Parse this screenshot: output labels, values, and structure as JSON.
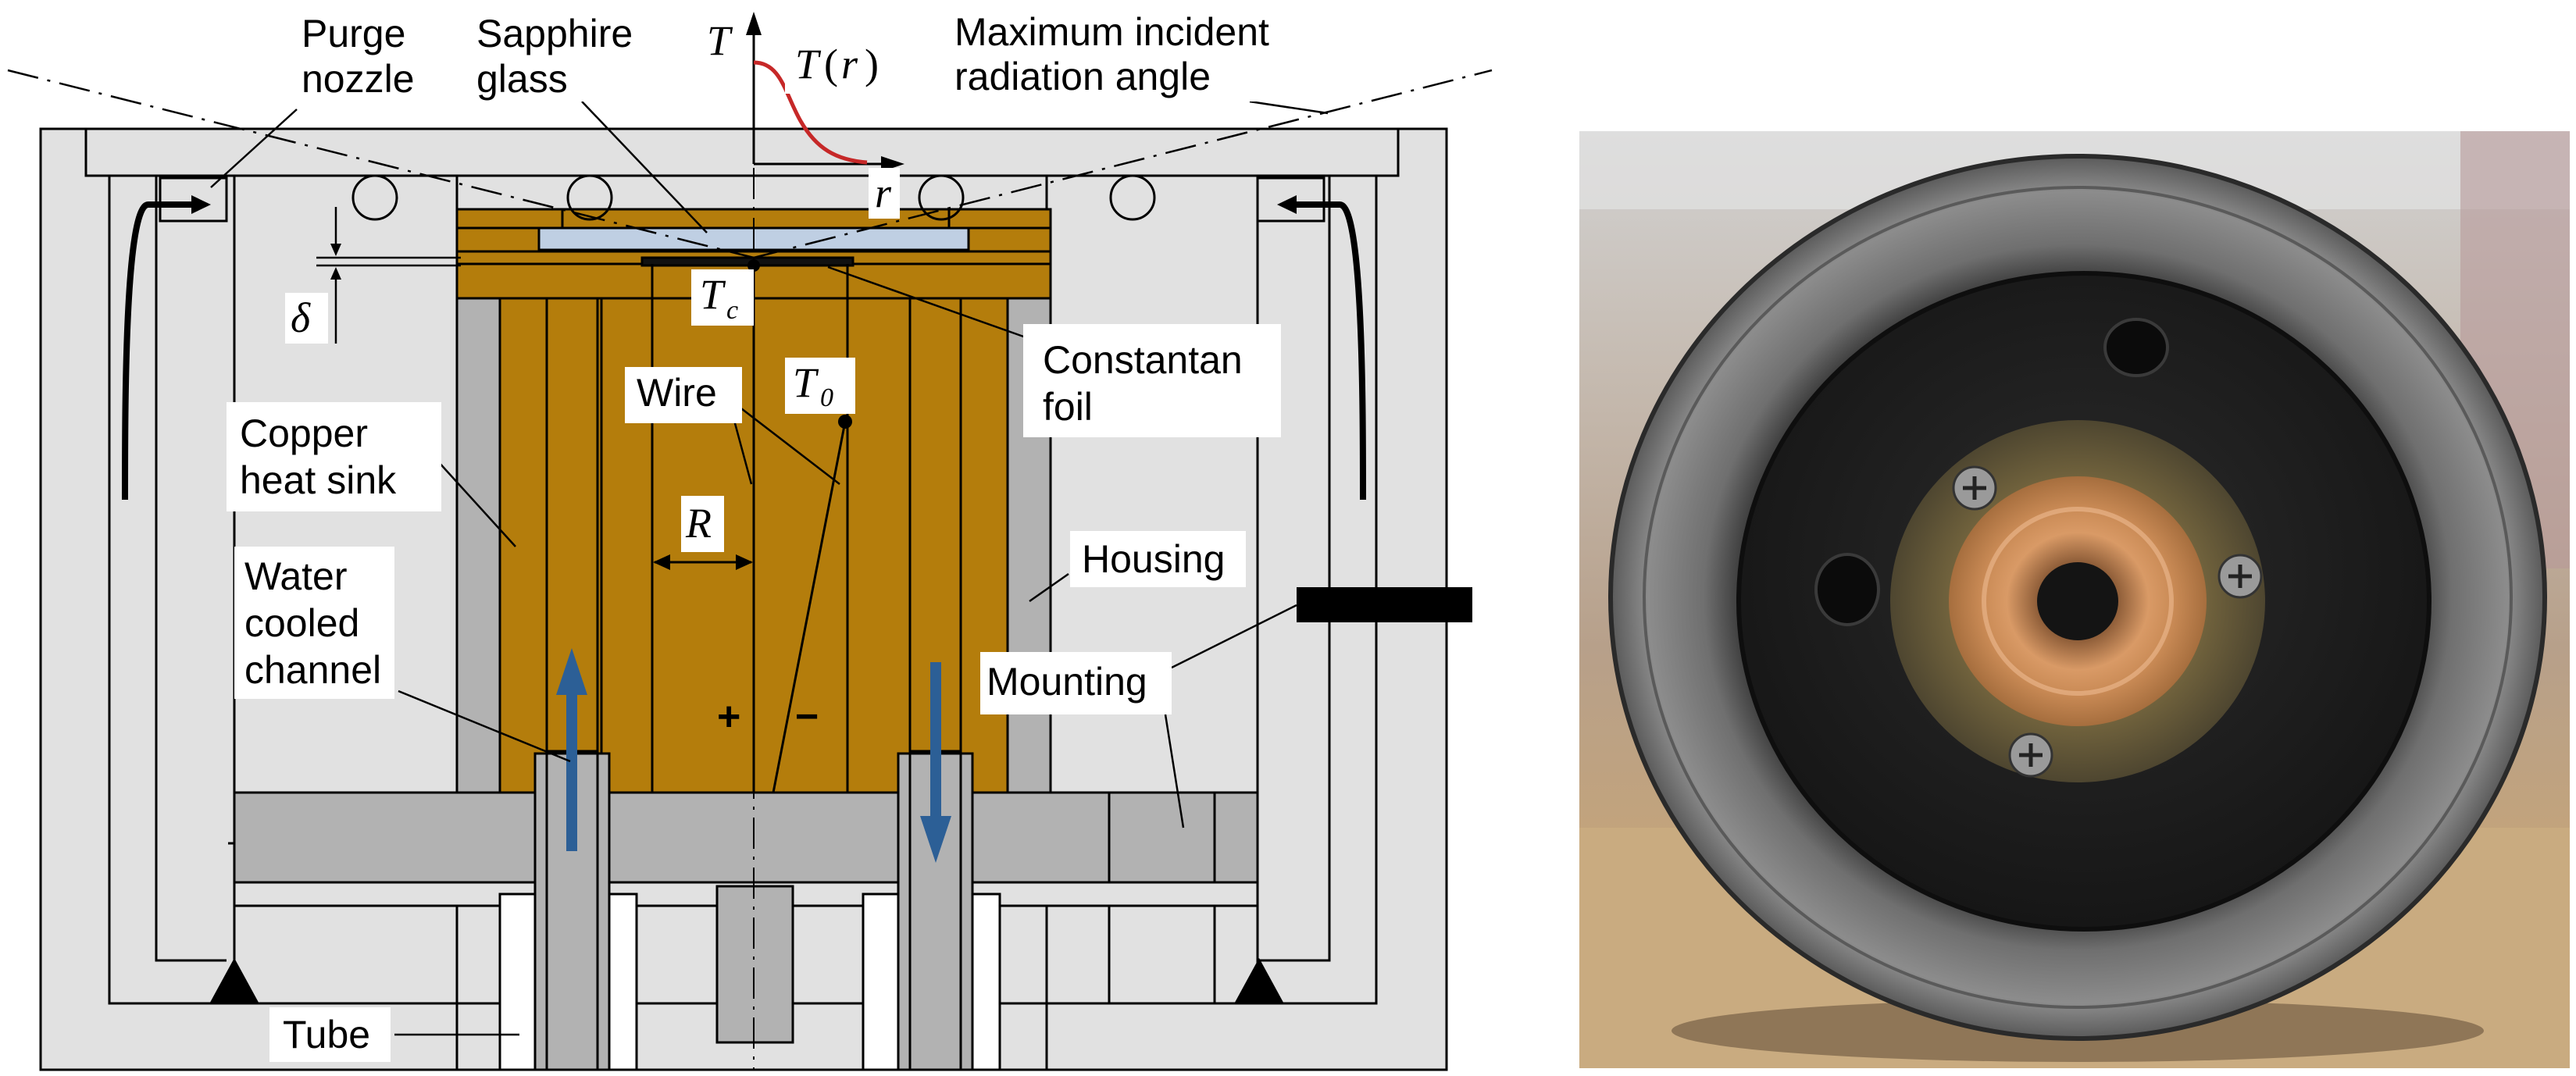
{
  "diagram": {
    "labels": {
      "purge_nozzle_1": "Purge",
      "purge_nozzle_2": "nozzle",
      "sapphire_glass_1": "Sapphire",
      "sapphire_glass_2": "glass",
      "max_angle_1": "Maximum incident",
      "max_angle_2": "radiation angle",
      "constantan_1": "Constantan",
      "constantan_2": "foil",
      "wire": "Wire",
      "copper_1": "Copper",
      "copper_2": "heat sink",
      "water_1": "Water",
      "water_2": "cooled",
      "water_3": "channel",
      "housing": "Housing",
      "mounting": "Mounting",
      "tube": "Tube"
    },
    "symbols": {
      "T_axis": "T",
      "T_of_r_T": "T",
      "T_of_r_open": "(",
      "T_of_r_r": "r",
      "T_of_r_close": ")",
      "r_axis": "r",
      "delta": "δ",
      "Tc_main": "T",
      "Tc_sub": "c",
      "T0_main": "T",
      "T0_sub": "0",
      "R": "R",
      "plus": "+",
      "minus": "−"
    },
    "colors": {
      "housing_fill": "#e1e1e1",
      "copper_fill": "#b47d0c",
      "sapphire_fill": "#bfcfe3",
      "mounting_fill": "#b2b2b2",
      "flow_arrow": "#2c5f96",
      "profile_curve": "#c62828"
    }
  },
  "photo": {
    "description_icon": "sensor-photo",
    "colors": {
      "background_top": "#c9c9c9",
      "background_table": "#c9ab80",
      "steel_ring": "#7b7b7b",
      "copper_disk": "#c78a55"
    }
  }
}
